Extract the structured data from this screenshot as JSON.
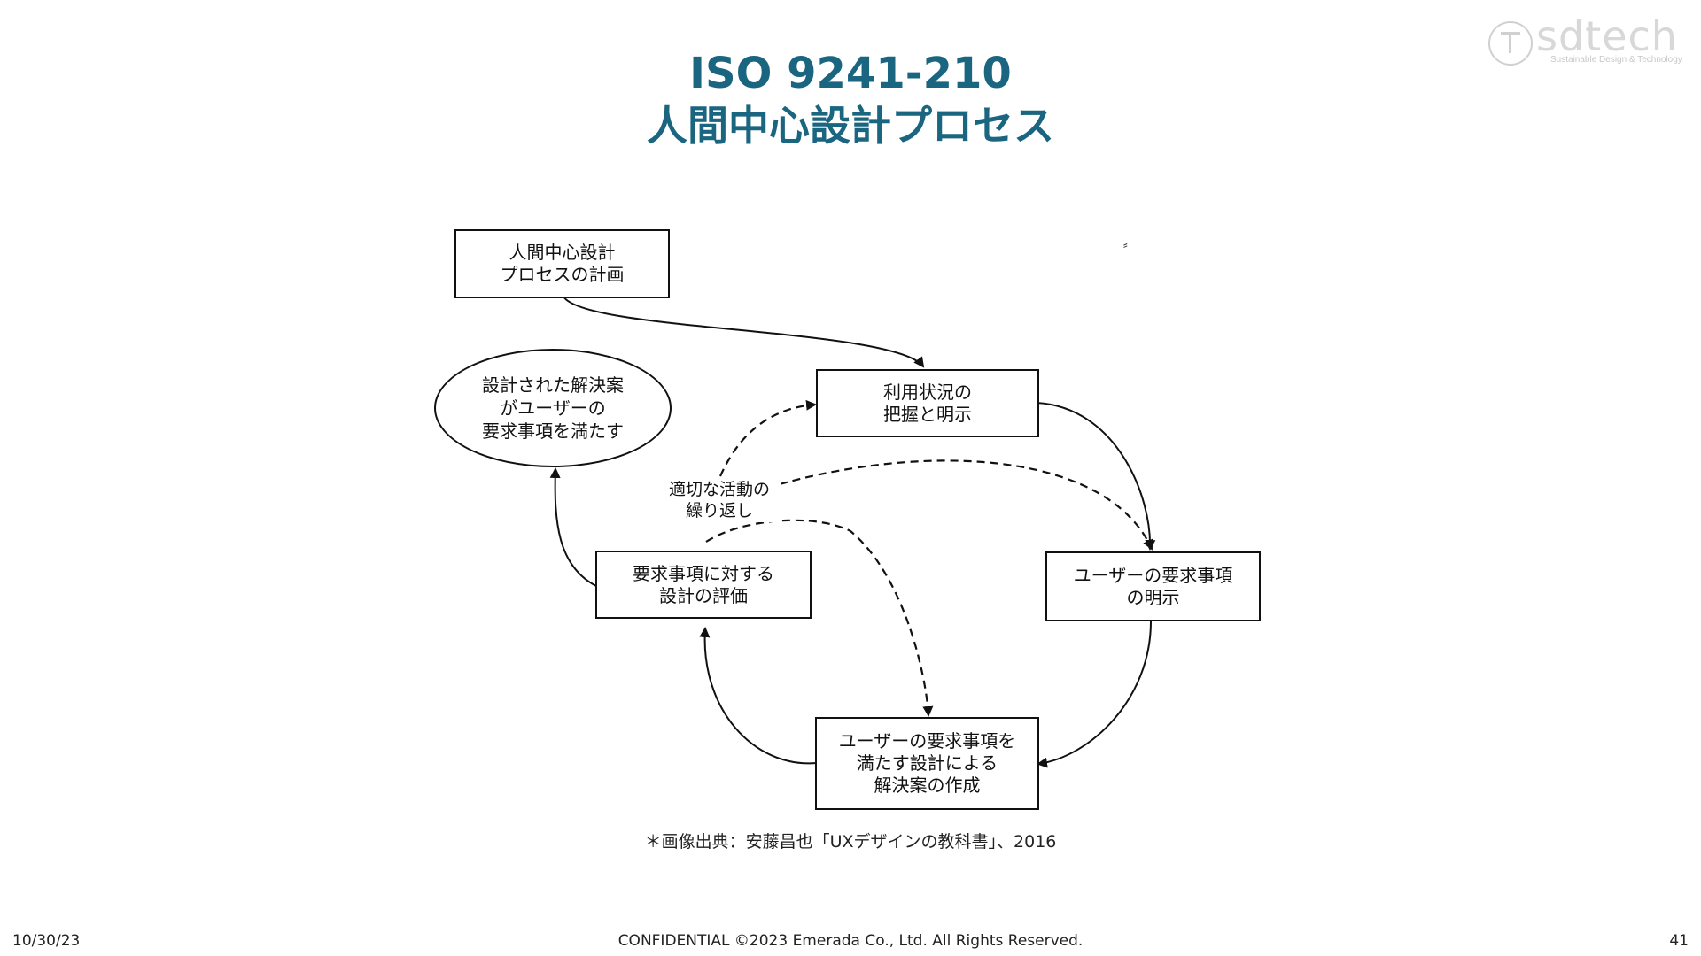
{
  "title": {
    "line1": "ISO 9241-210",
    "line2": "人間中心設計プロセス"
  },
  "logo": {
    "word": "sdtech",
    "tagline": "Sustainable Design & Technology"
  },
  "diagram": {
    "plan": "人間中心設計\nプロセスの計画",
    "context": "利用状況の\n把握と明示",
    "requirements": "ユーザーの要求事項\nの明示",
    "design": "ユーザーの要求事項を\n満たす設計による\n解決案の作成",
    "evaluate": "要求事項に対する\n設計の評価",
    "goal": "設計された解決案\nがユーザーの\n要求事項を満たす",
    "iterate": "適切な活動の\n繰り返し"
  },
  "source": "＊画像出典：安藤昌也「UXデザインの教科書」、2016",
  "footer": {
    "date": "10/30/23",
    "confidential": "CONFIDENTIAL ©2023 Emerada Co., Ltd. All Rights Reserved.",
    "page": "41"
  }
}
